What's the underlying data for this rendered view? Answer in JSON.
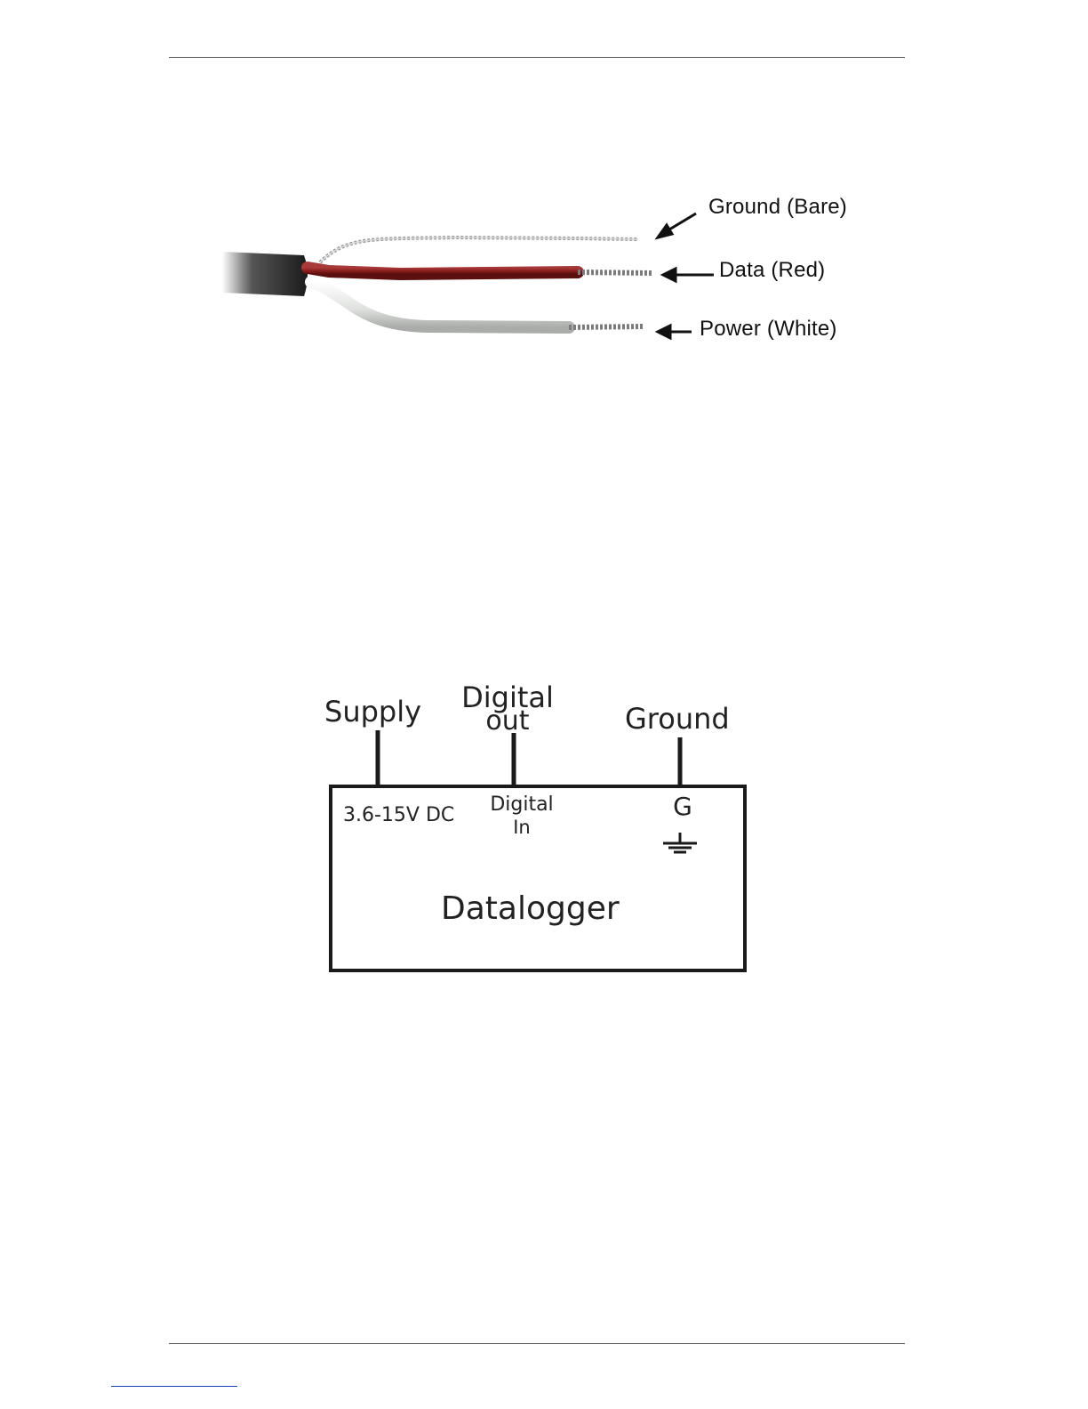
{
  "wire_labels": {
    "ground": "Ground (Bare)",
    "data": "Data (Red)",
    "power": "Power (White)"
  },
  "wiring_diagram": {
    "supply": "Supply",
    "digital_out_line1": "Digital",
    "digital_out_line2": "out",
    "ground": "Ground",
    "voltage": "3.6-15V DC",
    "digital_in_line1": "Digital",
    "digital_in_line2": "In",
    "g_terminal": "G",
    "datalogger": "Datalogger"
  },
  "colors": {
    "data_wire": "#8b1e1e",
    "power_wire": "#e4e6e4",
    "cable_jacket": "#222222",
    "diagram_stroke": "#1a1a1a"
  }
}
